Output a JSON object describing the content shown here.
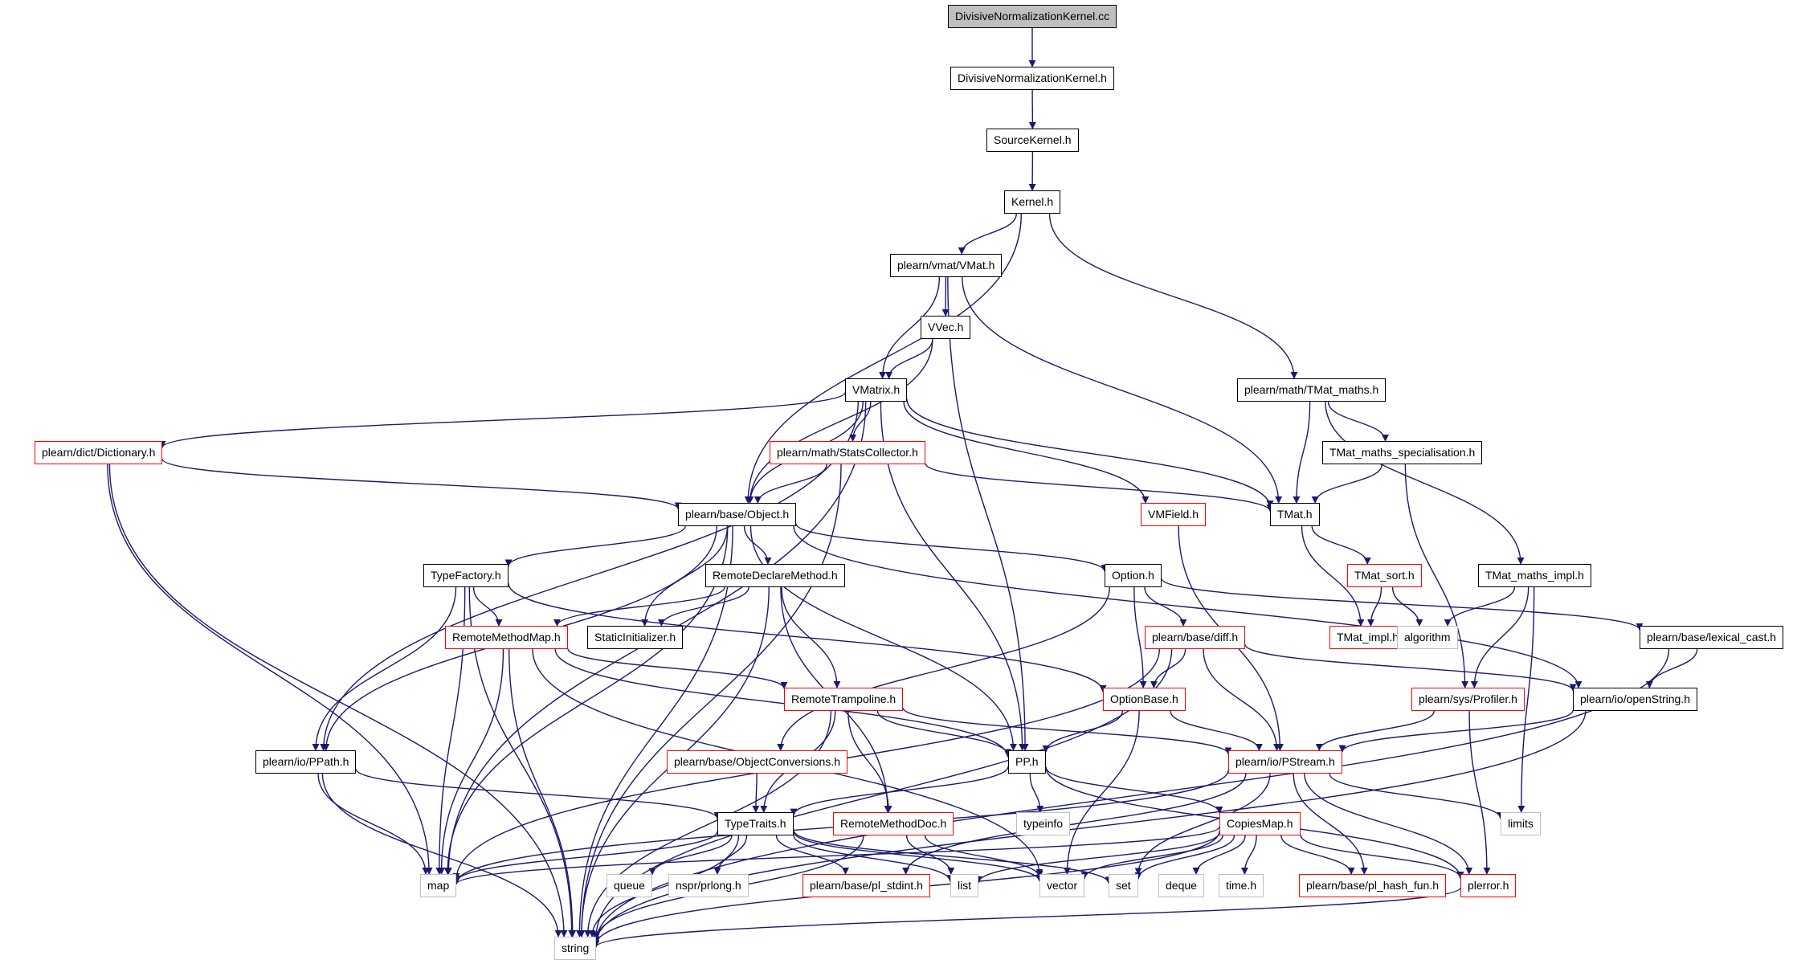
{
  "colors": {
    "edge": "#191970",
    "border_normal": "#000000",
    "border_red": "#ff0000",
    "border_gray": "#bfbfbf",
    "root_fill": "#bfbfbf"
  },
  "nodes": {
    "root": {
      "label": "DivisiveNormalizationKernel.cc",
      "style": "root"
    },
    "dnk_h": {
      "label": "DivisiveNormalizationKernel.h",
      "style": "normal"
    },
    "sourcekernel": {
      "label": "SourceKernel.h",
      "style": "normal"
    },
    "kernel": {
      "label": "Kernel.h",
      "style": "normal"
    },
    "vmat": {
      "label": "plearn/vmat/VMat.h",
      "style": "normal"
    },
    "vvec": {
      "label": "VVec.h",
      "style": "normal"
    },
    "vmatrix": {
      "label": "VMatrix.h",
      "style": "normal"
    },
    "tmat_maths": {
      "label": "plearn/math/TMat_maths.h",
      "style": "normal"
    },
    "tmat_spec": {
      "label": "TMat_maths_specialisation.h",
      "style": "normal"
    },
    "dictionary": {
      "label": "plearn/dict/Dictionary.h",
      "style": "red"
    },
    "statscollector": {
      "label": "plearn/math/StatsCollector.h",
      "style": "red"
    },
    "object": {
      "label": "plearn/base/Object.h",
      "style": "normal"
    },
    "vmfield": {
      "label": "VMField.h",
      "style": "red"
    },
    "tmat": {
      "label": "TMat.h",
      "style": "normal"
    },
    "tmat_sort": {
      "label": "TMat_sort.h",
      "style": "red"
    },
    "tmat_impl_maths": {
      "label": "TMat_maths_impl.h",
      "style": "normal"
    },
    "typefactory": {
      "label": "TypeFactory.h",
      "style": "normal"
    },
    "remotedeclare": {
      "label": "RemoteDeclareMethod.h",
      "style": "normal"
    },
    "option": {
      "label": "Option.h",
      "style": "normal"
    },
    "remotemethodmap": {
      "label": "RemoteMethodMap.h",
      "style": "red"
    },
    "staticinit": {
      "label": "StaticInitializer.h",
      "style": "normal"
    },
    "diff": {
      "label": "plearn/base/diff.h",
      "style": "red"
    },
    "tmat_impl": {
      "label": "TMat_impl.h",
      "style": "red"
    },
    "algorithm": {
      "label": "algorithm",
      "style": "gray"
    },
    "lexical_cast": {
      "label": "plearn/base/lexical_cast.h",
      "style": "normal"
    },
    "remotetrampoline": {
      "label": "RemoteTrampoline.h",
      "style": "red"
    },
    "optionbase": {
      "label": "OptionBase.h",
      "style": "red"
    },
    "profiler": {
      "label": "plearn/sys/Profiler.h",
      "style": "red"
    },
    "openstring": {
      "label": "plearn/io/openString.h",
      "style": "normal"
    },
    "ppath": {
      "label": "plearn/io/PPath.h",
      "style": "normal"
    },
    "objconv": {
      "label": "plearn/base/ObjectConversions.h",
      "style": "red"
    },
    "pp": {
      "label": "PP.h",
      "style": "normal"
    },
    "pstream": {
      "label": "plearn/io/PStream.h",
      "style": "red"
    },
    "typeinfo": {
      "label": "typeinfo",
      "style": "gray"
    },
    "limits": {
      "label": "limits",
      "style": "gray"
    },
    "typetraits": {
      "label": "TypeTraits.h",
      "style": "normal"
    },
    "remotemethoddoc": {
      "label": "RemoteMethodDoc.h",
      "style": "red"
    },
    "copiesmap": {
      "label": "CopiesMap.h",
      "style": "red"
    },
    "map": {
      "label": "map",
      "style": "gray"
    },
    "queue": {
      "label": "queue",
      "style": "gray"
    },
    "prlong": {
      "label": "nspr/prlong.h",
      "style": "gray"
    },
    "pl_stdint": {
      "label": "plearn/base/pl_stdint.h",
      "style": "red"
    },
    "list": {
      "label": "list",
      "style": "gray"
    },
    "vector": {
      "label": "vector",
      "style": "gray"
    },
    "set": {
      "label": "set",
      "style": "gray"
    },
    "deque": {
      "label": "deque",
      "style": "gray"
    },
    "time": {
      "label": "time.h",
      "style": "gray"
    },
    "pl_hash_fun": {
      "label": "plearn/base/pl_hash_fun.h",
      "style": "red"
    },
    "plerror": {
      "label": "plerror.h",
      "style": "red"
    },
    "string": {
      "label": "string",
      "style": "gray"
    }
  },
  "edges": [
    [
      "root",
      "dnk_h"
    ],
    [
      "dnk_h",
      "sourcekernel"
    ],
    [
      "sourcekernel",
      "kernel"
    ],
    [
      "kernel",
      "vmat"
    ],
    [
      "kernel",
      "object"
    ],
    [
      "kernel",
      "tmat_maths"
    ],
    [
      "vmat",
      "vvec"
    ],
    [
      "vmat",
      "vmatrix"
    ],
    [
      "vmat",
      "pp"
    ],
    [
      "vmat",
      "tmat"
    ],
    [
      "vvec",
      "vmatrix"
    ],
    [
      "vvec",
      "object"
    ],
    [
      "vmatrix",
      "dictionary"
    ],
    [
      "vmatrix",
      "statscollector"
    ],
    [
      "vmatrix",
      "object"
    ],
    [
      "vmatrix",
      "vmfield"
    ],
    [
      "vmatrix",
      "tmat"
    ],
    [
      "vmatrix",
      "ppath"
    ],
    [
      "vmatrix",
      "pp"
    ],
    [
      "vmatrix",
      "map"
    ],
    [
      "tmat_maths",
      "tmat"
    ],
    [
      "tmat_maths",
      "tmat_spec"
    ],
    [
      "tmat_maths",
      "tmat_impl_maths"
    ],
    [
      "tmat_spec",
      "tmat"
    ],
    [
      "tmat_spec",
      "profiler"
    ],
    [
      "dictionary",
      "object"
    ],
    [
      "dictionary",
      "map"
    ],
    [
      "dictionary",
      "string"
    ],
    [
      "statscollector",
      "object"
    ],
    [
      "statscollector",
      "tmat"
    ],
    [
      "statscollector",
      "string"
    ],
    [
      "object",
      "typefactory"
    ],
    [
      "object",
      "remotedeclare"
    ],
    [
      "object",
      "option"
    ],
    [
      "object",
      "staticinit"
    ],
    [
      "object",
      "pp"
    ],
    [
      "object",
      "ppath"
    ],
    [
      "object",
      "map"
    ],
    [
      "object",
      "string"
    ],
    [
      "object",
      "openstring"
    ],
    [
      "vmfield",
      "pstream"
    ],
    [
      "tmat",
      "tmat_sort"
    ],
    [
      "tmat",
      "tmat_impl"
    ],
    [
      "tmat_sort",
      "tmat_impl"
    ],
    [
      "tmat_sort",
      "algorithm"
    ],
    [
      "tmat_impl_maths",
      "algorithm"
    ],
    [
      "tmat_impl_maths",
      "profiler"
    ],
    [
      "tmat_impl_maths",
      "limits"
    ],
    [
      "typefactory",
      "remotemethodmap"
    ],
    [
      "typefactory",
      "optionbase"
    ],
    [
      "typefactory",
      "ppath"
    ],
    [
      "typefactory",
      "map"
    ],
    [
      "typefactory",
      "string"
    ],
    [
      "remotedeclare",
      "remotemethodmap"
    ],
    [
      "remotedeclare",
      "staticinit"
    ],
    [
      "remotedeclare",
      "remotetrampoline"
    ],
    [
      "remotedeclare",
      "remotemethoddoc"
    ],
    [
      "remotedeclare",
      "string"
    ],
    [
      "option",
      "diff"
    ],
    [
      "option",
      "optionbase"
    ],
    [
      "option",
      "objconv"
    ],
    [
      "option",
      "lexical_cast"
    ],
    [
      "remotemethodmap",
      "remotetrampoline"
    ],
    [
      "remotemethodmap",
      "pp"
    ],
    [
      "remotemethodmap",
      "map"
    ],
    [
      "remotemethodmap",
      "string"
    ],
    [
      "remotemethodmap",
      "vector"
    ],
    [
      "diff",
      "optionbase"
    ],
    [
      "diff",
      "pstream"
    ],
    [
      "diff",
      "openstring"
    ],
    [
      "diff",
      "map"
    ],
    [
      "diff",
      "string"
    ],
    [
      "lexical_cast",
      "openstring"
    ],
    [
      "lexical_cast",
      "string"
    ],
    [
      "remotetrampoline",
      "pp"
    ],
    [
      "remotetrampoline",
      "typetraits"
    ],
    [
      "remotetrampoline",
      "remotemethoddoc"
    ],
    [
      "remotetrampoline",
      "pstream"
    ],
    [
      "remotetrampoline",
      "string"
    ],
    [
      "optionbase",
      "pp"
    ],
    [
      "optionbase",
      "pstream"
    ],
    [
      "optionbase",
      "vector"
    ],
    [
      "profiler",
      "pstream"
    ],
    [
      "profiler",
      "plerror"
    ],
    [
      "openstring",
      "pstream"
    ],
    [
      "openstring",
      "string"
    ],
    [
      "ppath",
      "typetraits"
    ],
    [
      "ppath",
      "map"
    ],
    [
      "ppath",
      "string"
    ],
    [
      "objconv",
      "typetraits"
    ],
    [
      "pp",
      "typeinfo"
    ],
    [
      "pp",
      "typetraits"
    ],
    [
      "pp",
      "copiesmap"
    ],
    [
      "pp",
      "plerror"
    ],
    [
      "pstream",
      "map"
    ],
    [
      "pstream",
      "pl_stdint"
    ],
    [
      "pstream",
      "set"
    ],
    [
      "pstream",
      "pl_hash_fun"
    ],
    [
      "pstream",
      "plerror"
    ],
    [
      "pstream",
      "limits"
    ],
    [
      "typetraits",
      "map"
    ],
    [
      "typetraits",
      "queue"
    ],
    [
      "typetraits",
      "prlong"
    ],
    [
      "typetraits",
      "pl_stdint"
    ],
    [
      "typetraits",
      "list"
    ],
    [
      "typetraits",
      "vector"
    ],
    [
      "typetraits",
      "set"
    ],
    [
      "typetraits",
      "string"
    ],
    [
      "remotemethoddoc",
      "list"
    ],
    [
      "remotemethoddoc",
      "vector"
    ],
    [
      "remotemethoddoc",
      "string"
    ],
    [
      "copiesmap",
      "map"
    ],
    [
      "copiesmap",
      "list"
    ],
    [
      "copiesmap",
      "vector"
    ],
    [
      "copiesmap",
      "set"
    ],
    [
      "copiesmap",
      "deque"
    ],
    [
      "copiesmap",
      "time"
    ],
    [
      "copiesmap",
      "pl_hash_fun"
    ],
    [
      "copiesmap",
      "plerror"
    ],
    [
      "copiesmap",
      "string"
    ],
    [
      "plerror",
      "string"
    ]
  ]
}
